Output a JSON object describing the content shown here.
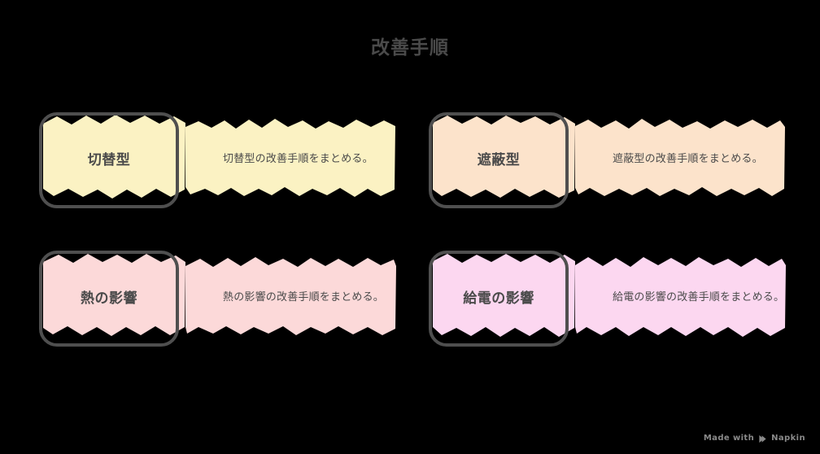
{
  "page": {
    "title": "改善手順",
    "background_color": "#000000",
    "text_color": "#4a4a4a",
    "box_border_color": "#4f4f4f"
  },
  "cards": [
    {
      "label": "切替型",
      "description": "切替型の改善手順をまとめる。",
      "highlight_color": "#fbf2c3",
      "position": "top-left"
    },
    {
      "label": "遮蔽型",
      "description": "遮蔽型の改善手順をまとめる。",
      "highlight_color": "#fce3cb",
      "position": "top-right"
    },
    {
      "label": "熱の影響",
      "description": "熱の影響の改善手順をまとめる。",
      "highlight_color": "#fcd9d9",
      "position": "bottom-left"
    },
    {
      "label": "給電の影響",
      "description": "給電の影響の改善手順をまとめる。",
      "highlight_color": "#fcd7f0",
      "position": "bottom-right"
    }
  ],
  "watermark": {
    "prefix": "Made with",
    "brand": "Napkin",
    "logo_icon": "napkin-logo-icon"
  }
}
